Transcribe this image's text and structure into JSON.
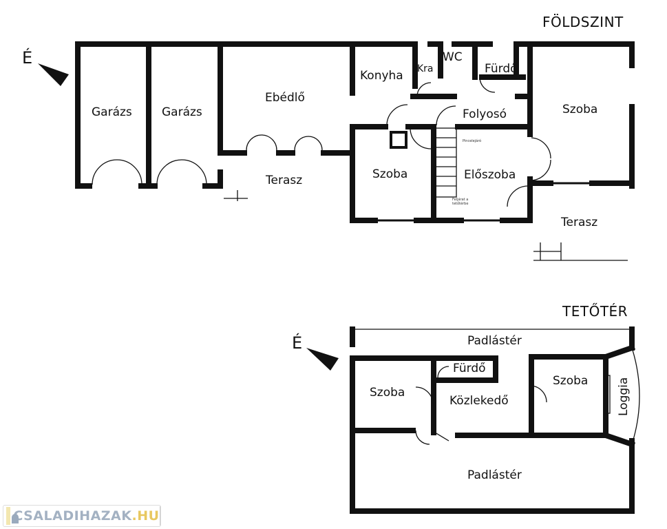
{
  "ground_floor": {
    "title": "FÖLDSZINT",
    "north": "É",
    "rooms": {
      "garage1": "Garázs",
      "garage2": "Garázs",
      "dining": "Ebédlő",
      "kitchen": "Konyha",
      "pantry": "Kra",
      "wc": "WC",
      "bathroom": "Fürdő",
      "corridor": "Folyosó",
      "room_right": "Szoba",
      "room_center": "Szoba",
      "hall": "Előszoba",
      "terrace_left": "Terasz",
      "terrace_right": "Terasz"
    },
    "notes": {
      "cellar": "Pincelejáró",
      "attic_stairs": "Feljárat a tetőtérbe"
    }
  },
  "attic": {
    "title": "TETŐTÉR",
    "north": "É",
    "rooms": {
      "loft_top": "Padlástér",
      "bathroom": "Fürdő",
      "room_left": "Szoba",
      "corridor": "Közlekedő",
      "room_right": "Szoba",
      "loggia": "Loggia",
      "loft_bottom": "Padlástér"
    }
  },
  "watermark": {
    "brand": "CSALADIHAZAK",
    "tld": ".HU"
  }
}
